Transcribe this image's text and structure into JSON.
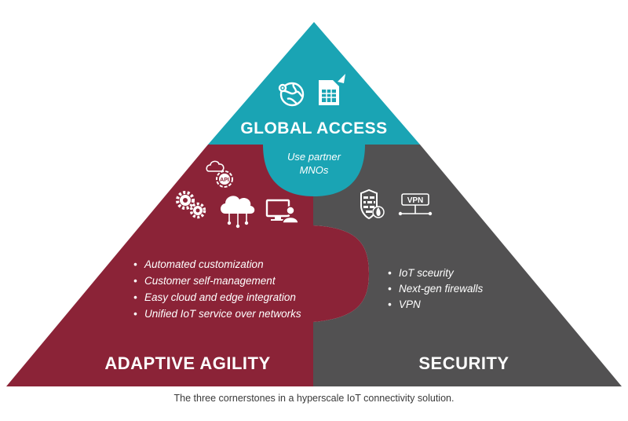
{
  "colors": {
    "global_access": "#1aa4b4",
    "adaptive_agility": "#8b2337",
    "security": "#525152",
    "text": "#ffffff"
  },
  "sections": {
    "global_access": {
      "title": "GLOBAL ACCESS",
      "subtitle_line1": "Use partner",
      "subtitle_line2": "MNOs",
      "icons": [
        "globe-map-icon",
        "sim-card-icon"
      ]
    },
    "adaptive_agility": {
      "title": "ADAPTIVE  AGILITY",
      "bullets": [
        "Automated customization",
        "Customer self-management",
        "Easy cloud and edge integration",
        "Unified IoT service over networks"
      ],
      "icons": [
        "api-gear-cloud-icon",
        "gears-icon",
        "cloud-network-icon",
        "monitor-user-icon"
      ],
      "api_label": "API"
    },
    "security": {
      "title": "SECURITY",
      "bullets": [
        "IoT sceurity",
        "Next-gen firewalls",
        "VPN"
      ],
      "icons": [
        "firewall-shield-icon",
        "vpn-icon"
      ],
      "vpn_label": "VPN"
    }
  },
  "caption": "The three cornerstones in a hyperscale IoT connectivity solution."
}
